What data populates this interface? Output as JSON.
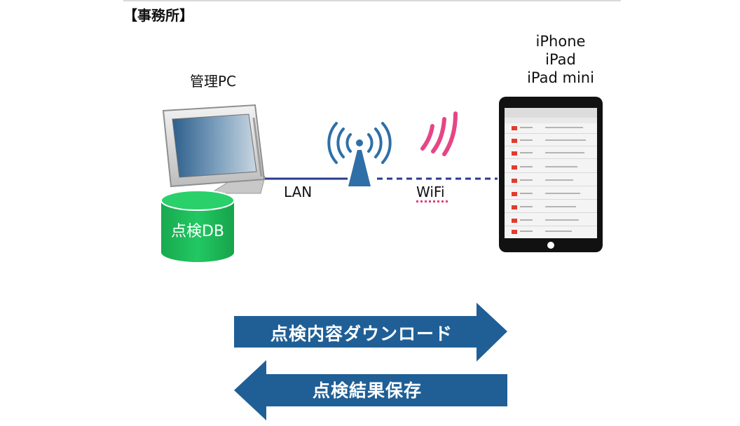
{
  "office_label": "【事務所】",
  "pc": {
    "label": "管理PC"
  },
  "database": {
    "label": "点検DB"
  },
  "devices": {
    "lines": [
      "iPhone",
      "iPad",
      "iPad mini"
    ]
  },
  "connections": {
    "lan_label": "LAN",
    "wifi_label": "WiFi"
  },
  "arrows": {
    "download_label": "点検内容ダウンロード",
    "save_label": "点検結果保存"
  },
  "colors": {
    "arrow": "#1f5f96",
    "lan_line": "#2a3a8f",
    "wifi_signal": "#e64586",
    "router": "#2f6fa7",
    "db": "#1fbf5e"
  }
}
